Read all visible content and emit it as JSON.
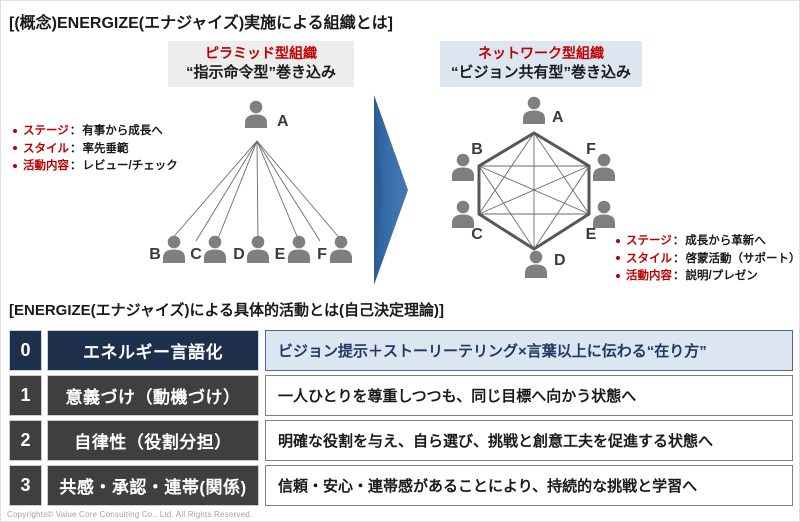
{
  "titles": {
    "concept": "[(概念)ENERGIZE(エナジャイズ)実施による組織とは]",
    "activity": "[ENERGIZE(エナジャイズ)による具体的活動とは(自己決定理論)]"
  },
  "pyramid": {
    "heading": "ピラミッド型組織",
    "subheading": "“指示命令型”巻き込み",
    "bullets": [
      {
        "label": "ステージ",
        "sep": "：",
        "value": "有事から成長へ"
      },
      {
        "label": "スタイル",
        "sep": "：",
        "value": "率先垂範"
      },
      {
        "label": "活動内容",
        "sep": "：",
        "value": "レビュー/チェック"
      }
    ],
    "leader_label": "A",
    "member_labels": [
      "B",
      "C",
      "D",
      "E",
      "F"
    ]
  },
  "network": {
    "heading": "ネットワーク型組織",
    "subheading": "“ビジョン共有型”巻き込み",
    "bullets": [
      {
        "label": "ステージ",
        "sep": "：",
        "value": "成長から革新へ"
      },
      {
        "label": "スタイル",
        "sep": "：",
        "value": "啓蒙活動（サポート）"
      },
      {
        "label": "活動内容",
        "sep": "：",
        "value": "説明/プレゼン"
      }
    ],
    "node_labels": {
      "top": "A",
      "upper_left": "B",
      "upper_right": "F",
      "lower_left": "C",
      "lower_right": "E",
      "bottom": "D"
    }
  },
  "table": {
    "rows": [
      {
        "num": "0",
        "name": "エネルギー言語化",
        "desc": "ビジョン提示＋ストーリーテリング×言葉以上に伝わる“在り方”"
      },
      {
        "num": "1",
        "name": "意義づけ（動機づけ）",
        "desc": "一人ひとりを尊重しつつも、同じ目標へ向かう状態へ"
      },
      {
        "num": "2",
        "name": "自律性（役割分担）",
        "desc": "明確な役割を与え、自ら選び、挑戦と創意工夫を促進する状態へ"
      },
      {
        "num": "3",
        "name": "共感・承認・連帯(関係)",
        "desc": "信頼・安心・連帯感があることにより、持続的な挑戦と学習へ"
      }
    ]
  },
  "footer": {
    "copyright": "Copyrights© Value Core Consulting Co., Ltd. All Rights Reserved."
  },
  "colors": {
    "accent_red": "#c00000",
    "navy": "#1e2f4c",
    "light_blue": "#dce6f1",
    "dark_gray": "#3f3f3f",
    "arrow_blue": "#3a6fad",
    "icon_gray": "#7f7f7f"
  }
}
